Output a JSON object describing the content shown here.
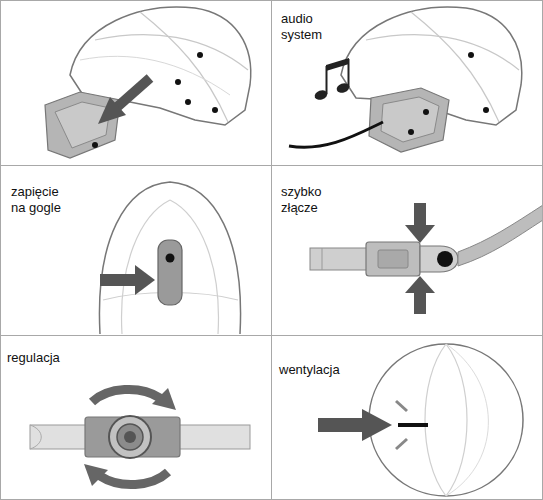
{
  "diagram": {
    "nodes": [
      {
        "text": [
          "audio system"
        ]
      },
      {
        "text": [
          "zapięcie na gogle"
        ]
      },
      {
        "text": [
          "szybko złącze"
        ]
      },
      {
        "text": [
          "regulacja"
        ]
      },
      {
        "text": [
          "wentylacja"
        ]
      }
    ]
  }
}
